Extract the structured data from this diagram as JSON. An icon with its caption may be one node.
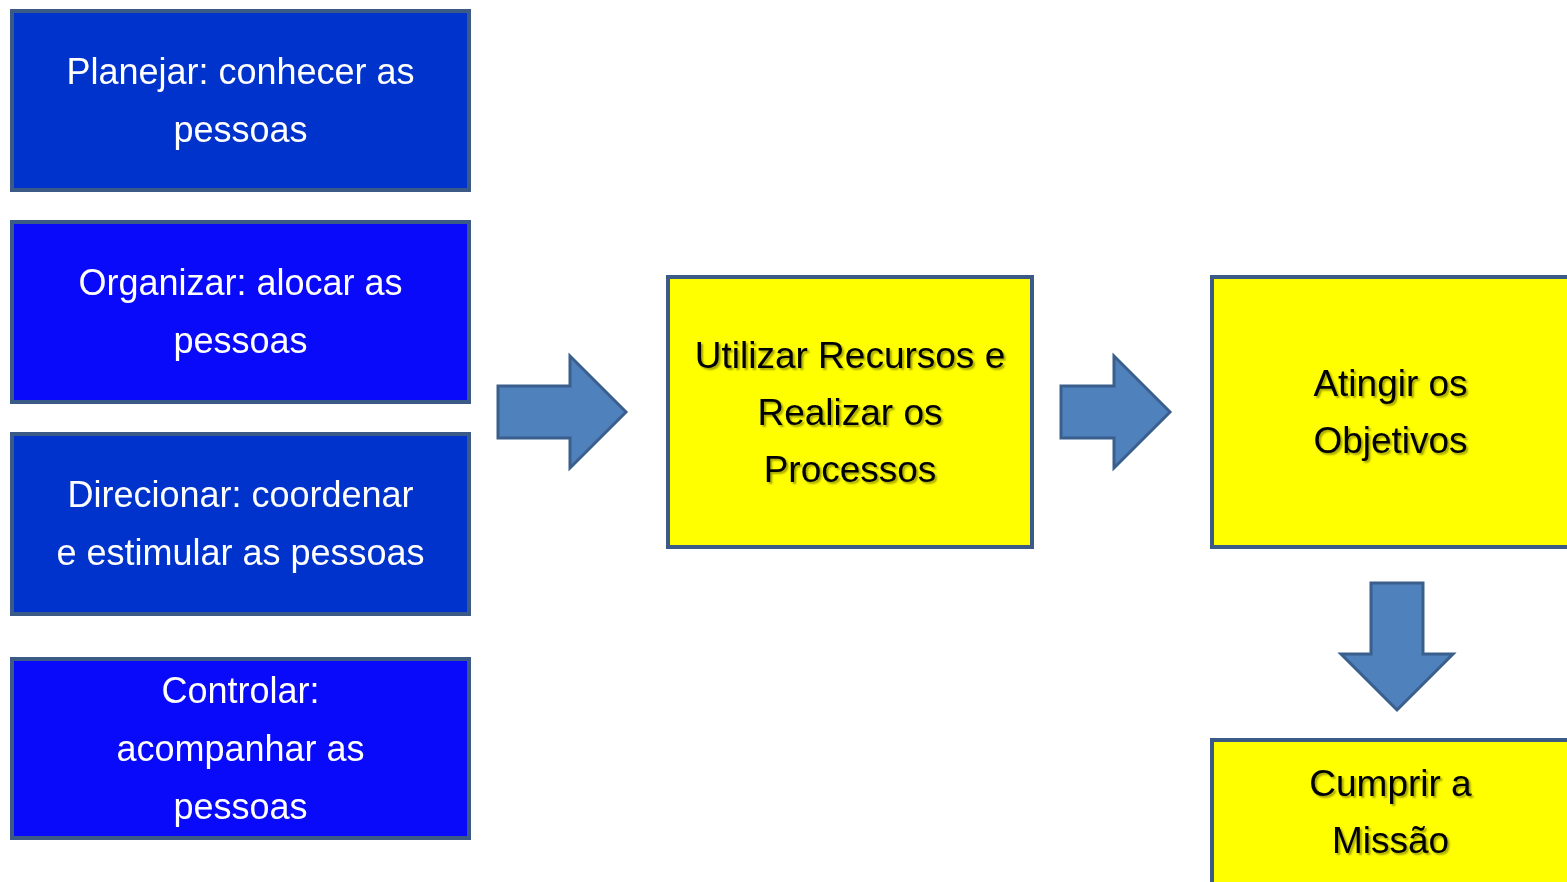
{
  "diagram": {
    "nodes": [
      {
        "text": [
          "Planejar: conhecer as pessoas"
        ]
      },
      {
        "text": [
          "Organizar: alocar as pessoas"
        ]
      },
      {
        "text": [
          "Direcionar: coordenar e estimular as pessoas"
        ]
      },
      {
        "text": [
          "Controlar: acompanhar as pessoas"
        ]
      },
      {
        "text": [
          "Utilizar Recursos e Realizar os Processos"
        ]
      },
      {
        "text": [
          "Atingir os Objetivos"
        ]
      },
      {
        "text": [
          "Cumprir a Missão"
        ]
      }
    ],
    "edges": [
      {
        "from": null,
        "to": 4,
        "arrow": "to"
      },
      {
        "from": 4,
        "to": 5,
        "arrow": "to"
      },
      {
        "from": 5,
        "to": 6,
        "arrow": "to"
      }
    ]
  }
}
